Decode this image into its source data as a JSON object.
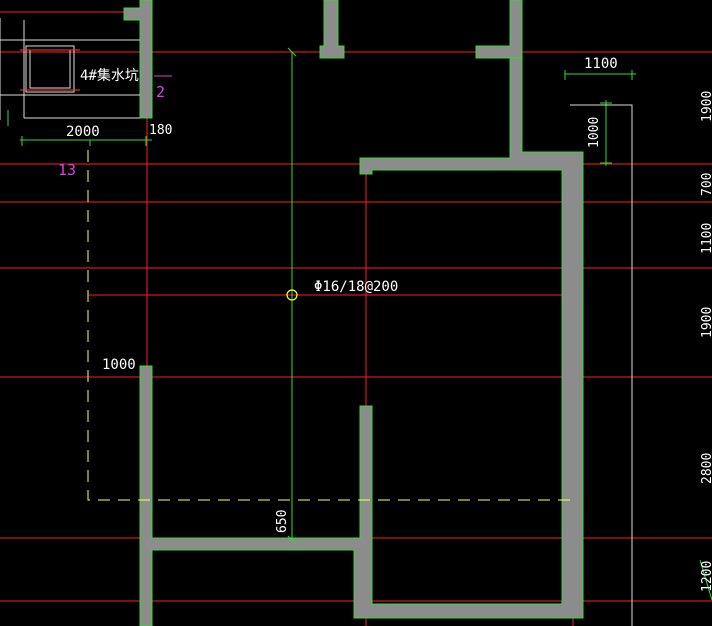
{
  "colors": {
    "background": "#000000",
    "axis_line": "#ff1f1f",
    "wall_fill": "#8c8c8c",
    "wall_edge": "#2ee02e",
    "dim_line": "#2ee02e",
    "dashed_outline": "#ffff66",
    "text": "#ffffff",
    "magenta_text": "#e23ce2"
  },
  "labels": {
    "pit_name": "4#集水坑",
    "rebar_spec": "Φ16/18@200",
    "axis_2": "2",
    "axis_13": "13",
    "dim_2000": "2000",
    "dim_180": "180",
    "dim_1100": "1100",
    "dim_1000_vertical": "1000",
    "dim_1000_left": "1000",
    "dim_650": "650"
  },
  "right_dimensions": [
    "1900",
    "700",
    "1100",
    "1900",
    "2800",
    "1200"
  ]
}
